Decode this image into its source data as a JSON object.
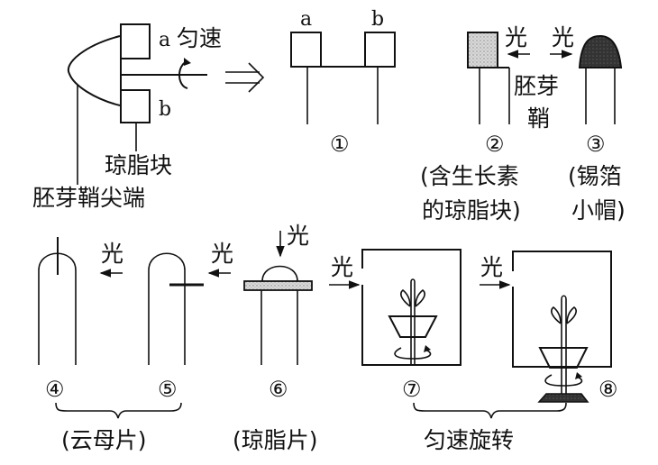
{
  "diagram": {
    "title": "",
    "top_left": {
      "block_a_label": "a",
      "block_b_label": "b",
      "rotation_label": "匀速",
      "agar_block_label": "琼脂块",
      "tip_label": "胚芽鞘尖端",
      "arrow_symbol": "⟹"
    },
    "experiments": [
      {
        "id": "1",
        "marker": "①",
        "labels": [
          "a",
          "b"
        ],
        "note": ""
      },
      {
        "id": "2",
        "marker": "②",
        "light": "光",
        "note_line1": "(含生长素",
        "note_line2": "的琼脂块)"
      },
      {
        "id": "3",
        "marker": "③",
        "light": "光",
        "note_line1": "(锡箔",
        "note_line2": "小帽)"
      },
      {
        "id": "4",
        "marker": "④",
        "light": "光"
      },
      {
        "id": "5",
        "marker": "⑤",
        "light": "光"
      },
      {
        "id": "6",
        "marker": "⑥",
        "light": "光",
        "note": "(琼脂片)"
      },
      {
        "id": "7",
        "marker": "⑦",
        "light": "光"
      },
      {
        "id": "8",
        "marker": "⑧",
        "light": "光"
      }
    ],
    "center_label_line1": "胚芽",
    "center_label_line2": "鞘",
    "group_45_label": "(云母片)",
    "group_78_label": "匀速旋转"
  }
}
